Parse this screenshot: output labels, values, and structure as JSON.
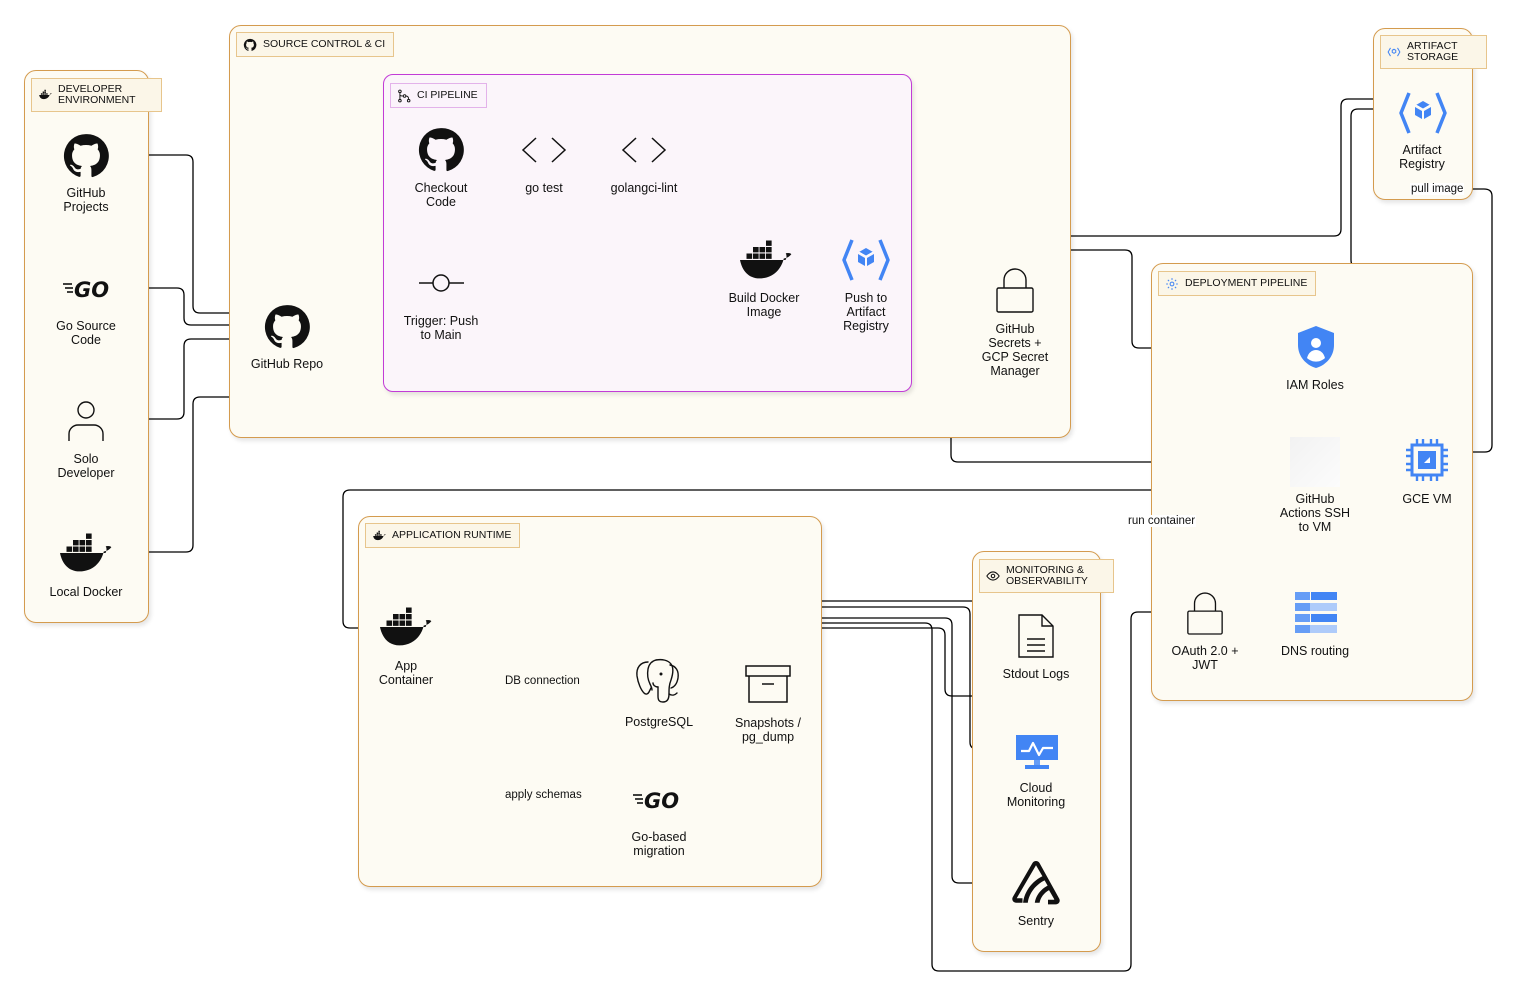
{
  "groups": {
    "dev": "DEVELOPER ENVIRONMENT",
    "scm": "SOURCE CONTROL & CI",
    "ci": "CI PIPELINE",
    "artifact": "ARTIFACT STORAGE",
    "deploy": "DEPLOYMENT PIPELINE",
    "runtime": "APPLICATION RUNTIME",
    "monitor": "MONITORING & OBSERVABILITY"
  },
  "nodes": {
    "github_projects": "GitHub\nProjects",
    "go_source": "Go Source\nCode",
    "solo_dev": "Solo\nDeveloper",
    "local_docker": "Local Docker",
    "github_repo": "GitHub Repo",
    "checkout": "Checkout\nCode",
    "go_test": "go test",
    "golangci": "golangci-lint",
    "trigger": "Trigger: Push\nto Main",
    "build_docker": "Build Docker\nImage",
    "push_registry": "Push to\nArtifact\nRegistry",
    "secrets": "GitHub\nSecrets +\nGCP Secret\nManager",
    "artifact_registry": "Artifact\nRegistry",
    "iam": "IAM Roles",
    "gha_ssh": "GitHub\nActions SSH\nto VM",
    "gce": "GCE VM",
    "oauth": "OAuth 2.0 +\nJWT",
    "dns": "DNS routing",
    "app_container": "App\nContainer",
    "postgres": "PostgreSQL",
    "snapshots": "Snapshots /\npg_dump",
    "migration": "Go-based\nmigration",
    "stdout": "Stdout Logs",
    "cloud_monitoring": "Cloud\nMonitoring",
    "sentry": "Sentry"
  },
  "edge_labels": {
    "pull_image": "pull image",
    "run_container": "run container",
    "db_connection": "DB connection",
    "apply_schemas": "apply schemas"
  },
  "icons": {
    "github": "github-icon",
    "go": "go-logo-icon",
    "user": "user-icon",
    "docker": "docker-icon",
    "code": "code-brackets-icon",
    "commit": "git-commit-icon",
    "artifact": "artifact-registry-icon",
    "lock": "lock-icon",
    "iam": "iam-shield-icon",
    "ssh": "gray-placeholder-icon",
    "chip": "compute-chip-icon",
    "dns": "dns-icon",
    "postgres": "postgresql-icon",
    "archive": "archive-box-icon",
    "doc": "document-icon",
    "monitor": "monitoring-screen-icon",
    "sentry": "sentry-icon",
    "eye": "eye-icon",
    "pipeline": "pipeline-icon",
    "gear": "gear-icon"
  },
  "colors": {
    "group_border": "#d49b4e",
    "ci_border": "#c23bd6",
    "gcp_blue": "#4285f4",
    "edge": "#000000"
  }
}
